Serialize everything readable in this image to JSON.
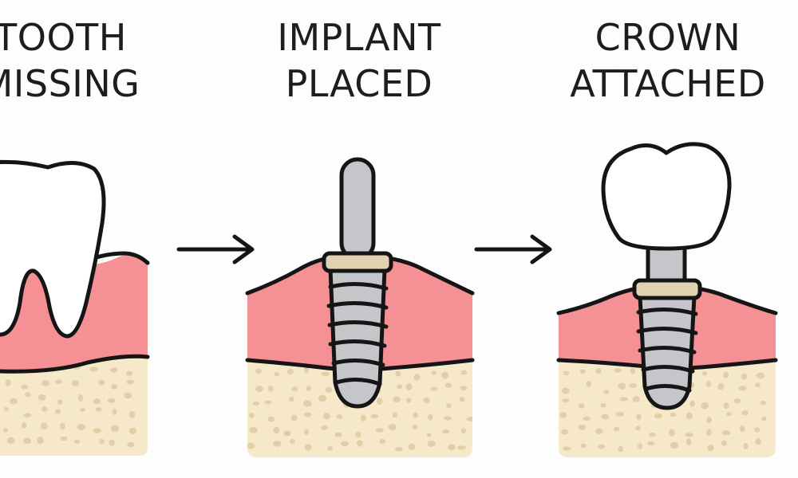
{
  "steps": [
    {
      "title_line1": "TOOTH",
      "title_line2": "MISSING"
    },
    {
      "title_line1": "IMPLANT",
      "title_line2": "PLACED"
    },
    {
      "title_line1": "CROWN",
      "title_line2": "ATTACHED"
    }
  ],
  "colors": {
    "outline": "#151515",
    "gum": "#f59094",
    "bone": "#f6e9c9",
    "bone_dots": "#e3cfa6",
    "tooth": "#ffffff",
    "implant_metal": "#c4c6ca",
    "abutment_collar": "#e3d2b2"
  },
  "icons": [
    "tooth-icon",
    "arrow-right-icon",
    "implant-screw-icon",
    "crown-icon"
  ]
}
